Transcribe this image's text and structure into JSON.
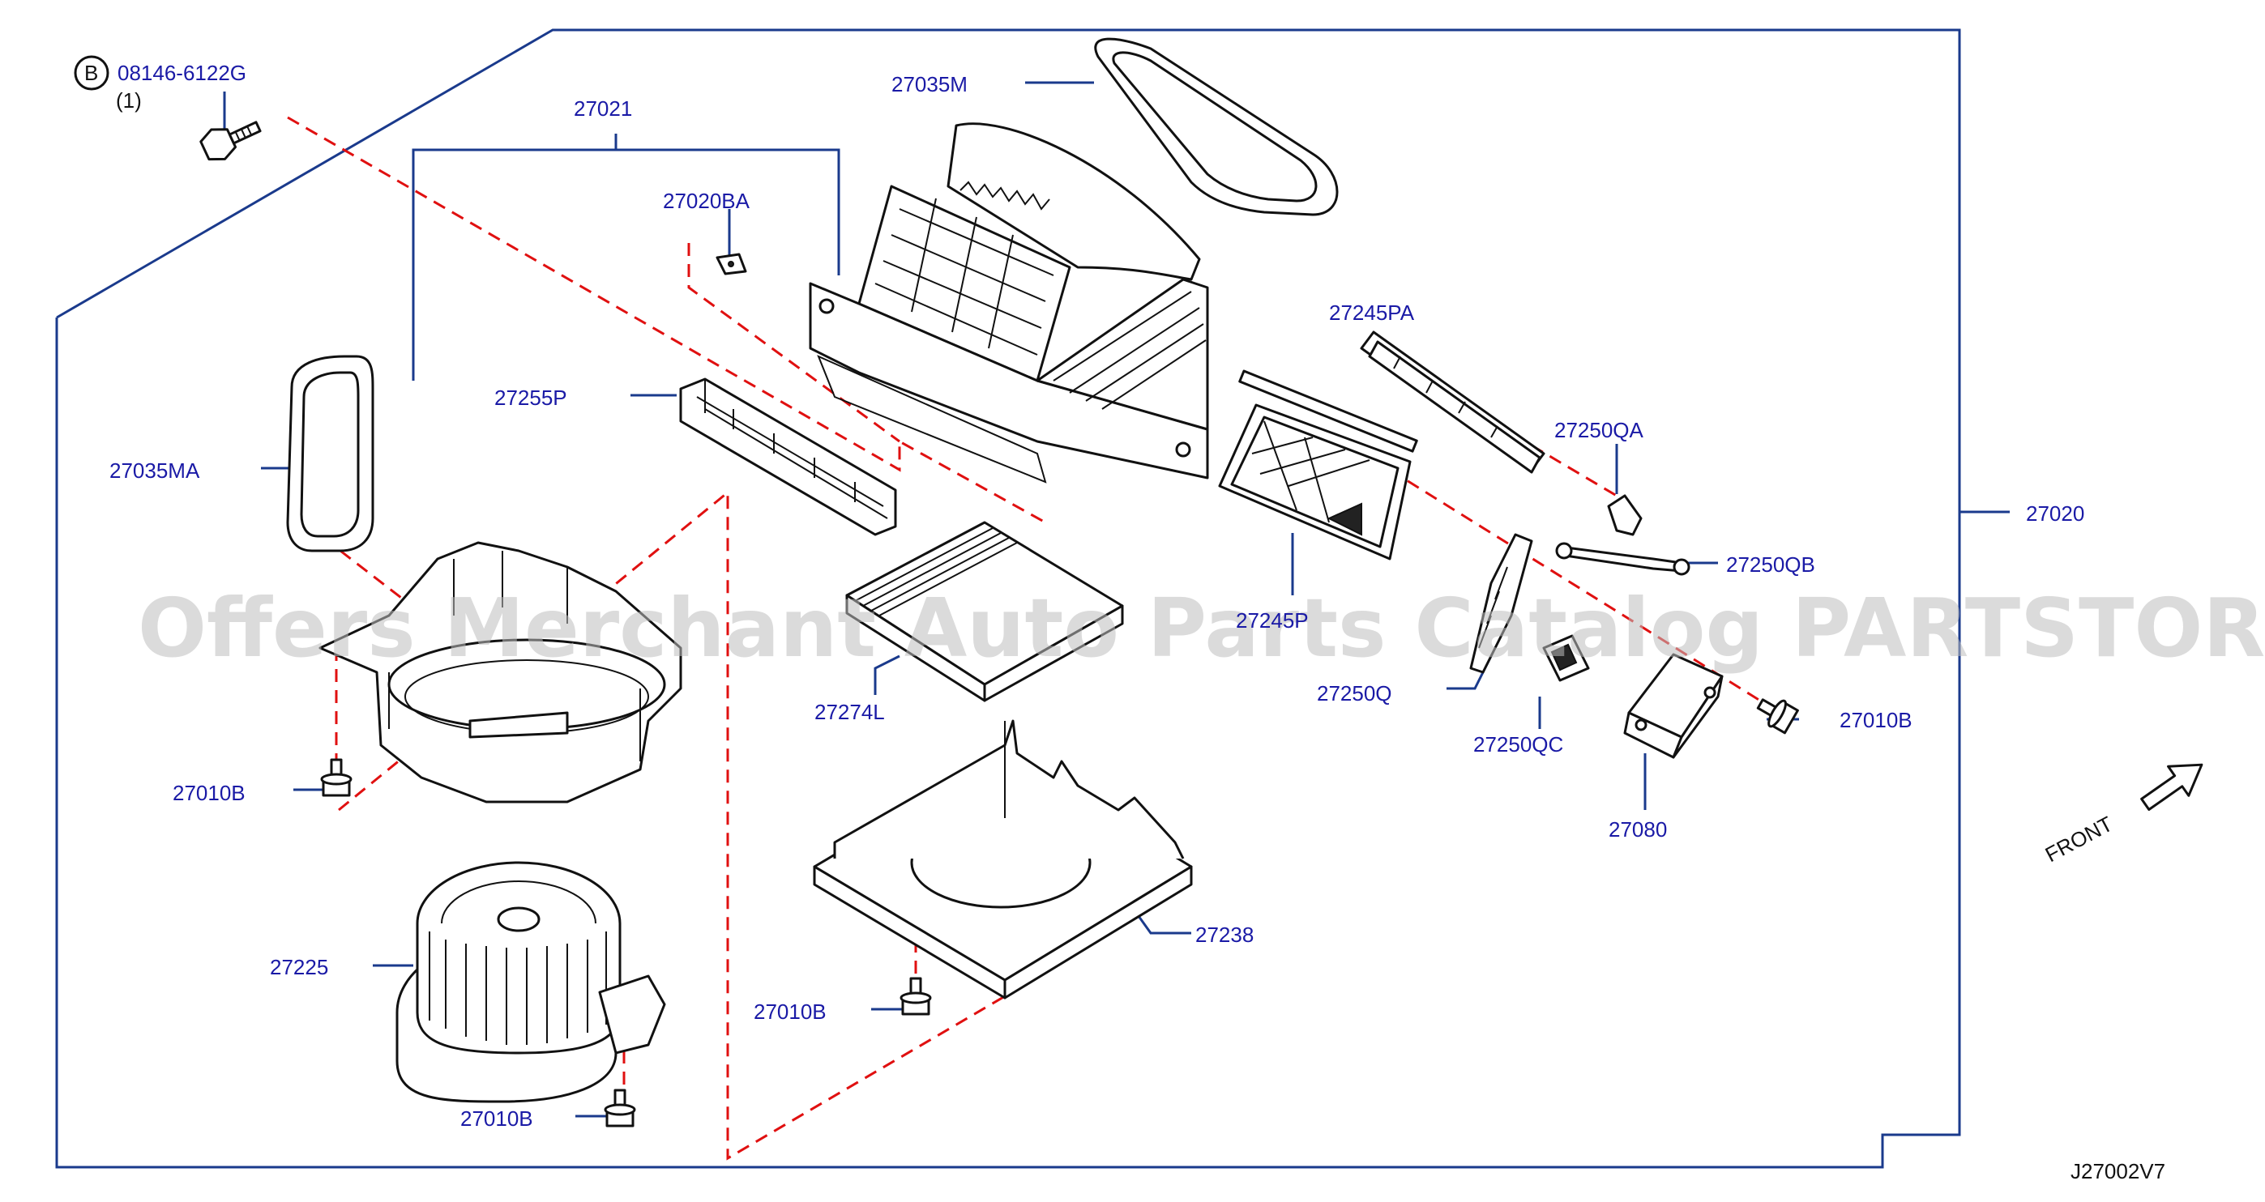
{
  "bolt_ref": {
    "circle_letter": "B",
    "part_no": "08146-6122G",
    "qty": "(1)"
  },
  "labels": {
    "l27021": "27021",
    "l27020BA": "27020BA",
    "l27035M": "27035M",
    "l27255P": "27255P",
    "l27035MA": "27035MA",
    "l27245PA": "27245PA",
    "l27250QA": "27250QA",
    "l27020": "27020",
    "l27250QB": "27250QB",
    "l27245P": "27245P",
    "l27274L": "27274L",
    "l27250Q": "27250Q",
    "l27250QC": "27250QC",
    "l27010B_a": "27010B",
    "l27010B_b": "27010B",
    "l27010B_c": "27010B",
    "l27010B_d": "27010B",
    "l27080": "27080",
    "l27238": "27238",
    "l27225": "27225"
  },
  "front_label": "FRONT",
  "diagram_code": "J27002V7",
  "watermark": "Offers Merchant Auto Parts Catalog PARTSTORE.SA",
  "colors": {
    "label": "#1a1aa6",
    "frame": "#1a3a8c",
    "dash": "#e01010",
    "line": "#111111"
  }
}
